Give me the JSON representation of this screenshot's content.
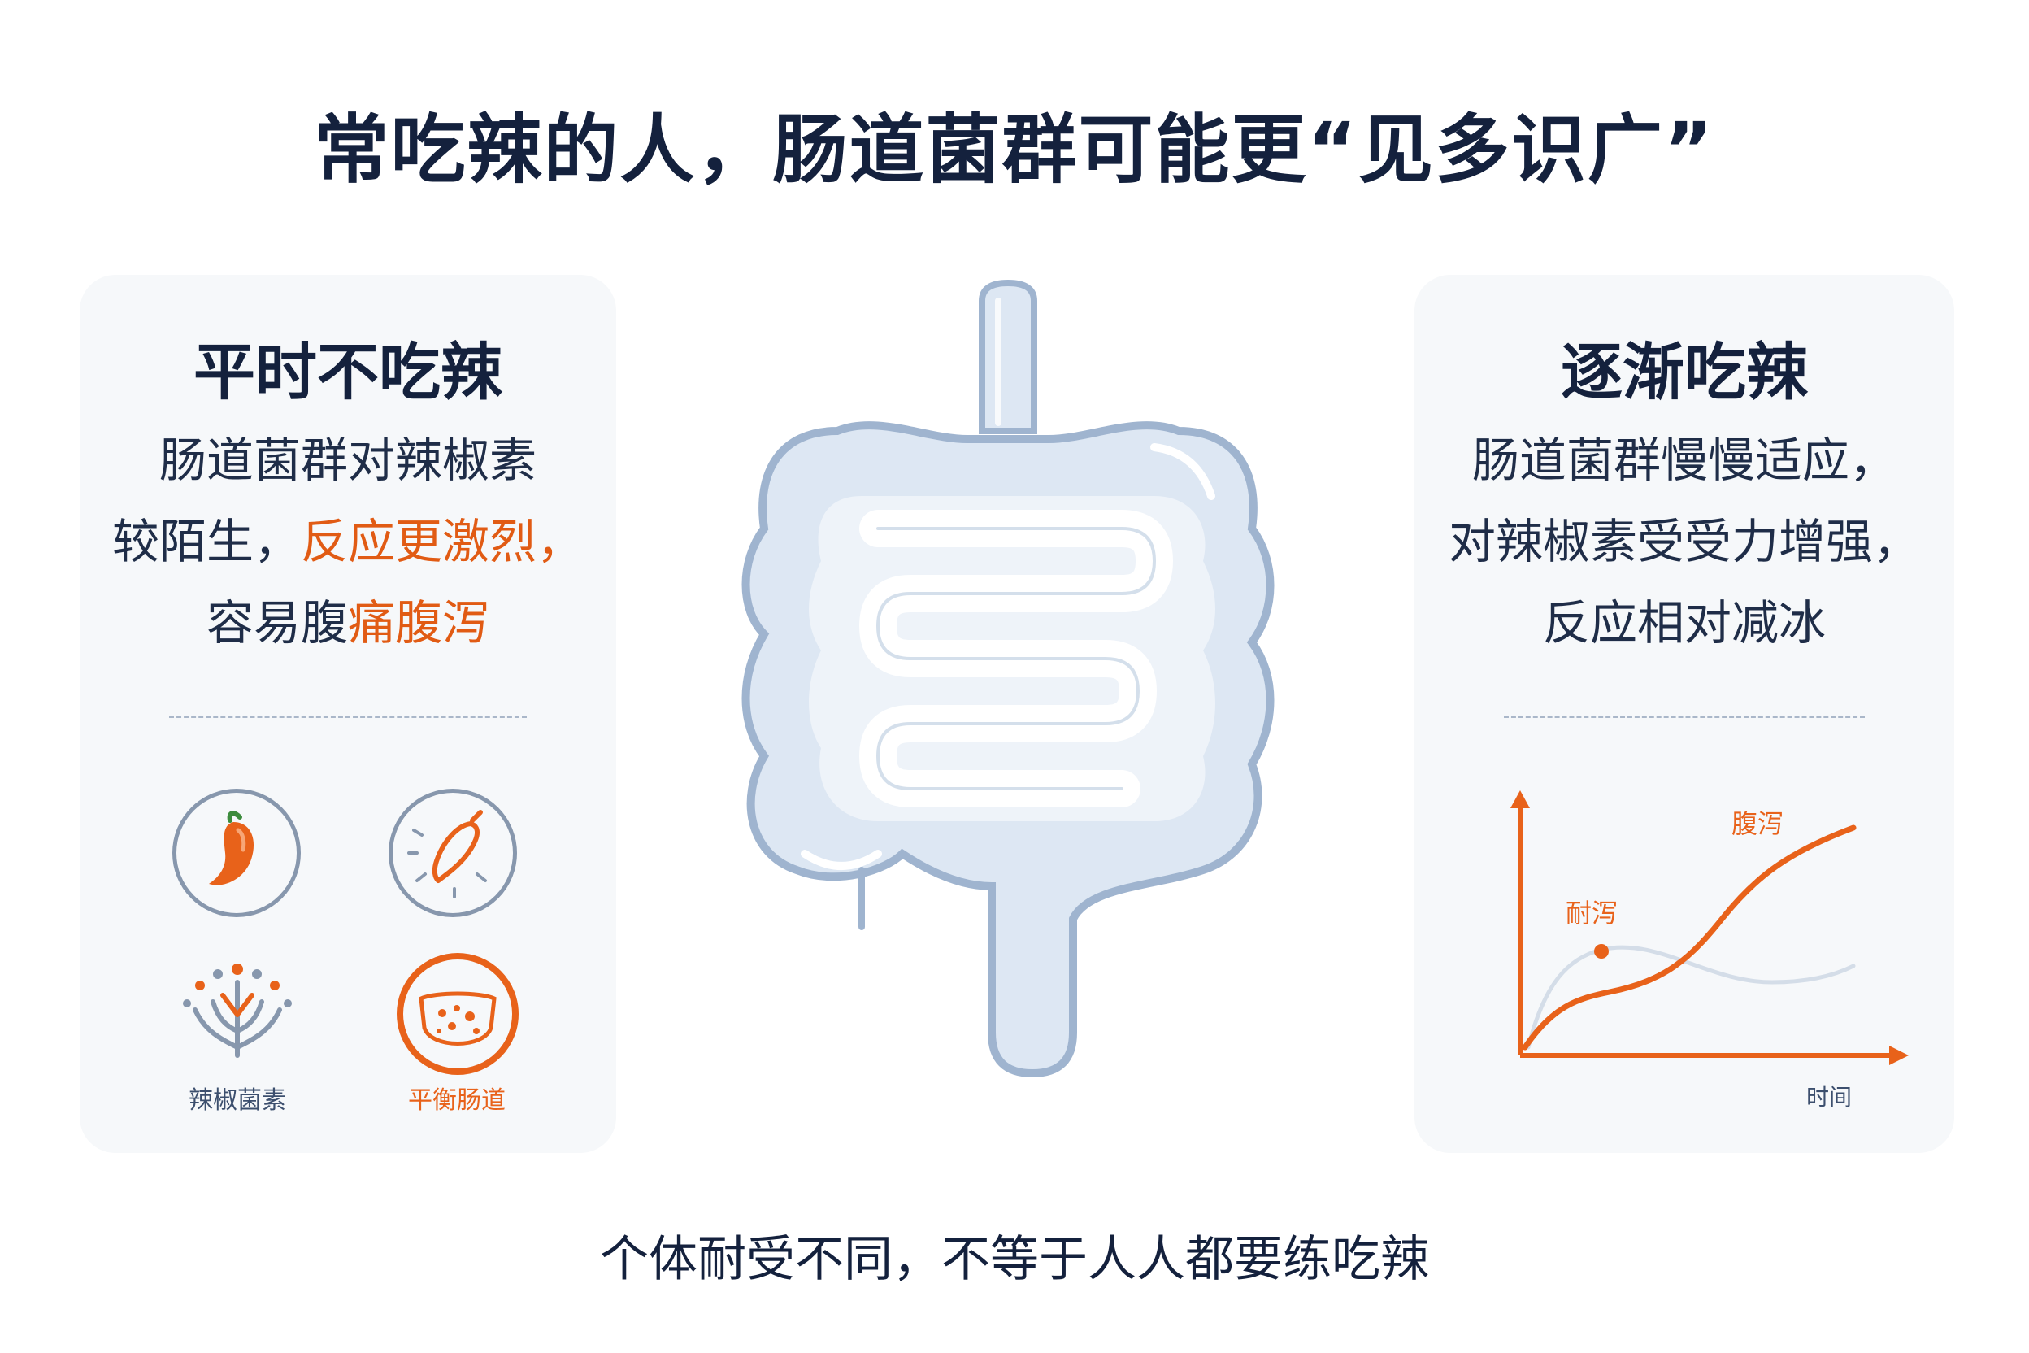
{
  "title": "常吃辣的人，肠道菌群可能更“见多识广”",
  "left_panel": {
    "title": "平时不吃辣",
    "line1": "肠道菌群对辣椒素",
    "line2_plain": "较陌生，",
    "line2_highlight": "反应更激烈，",
    "line3_plain": "容易腹",
    "line3_highlight": "痛腹泻",
    "icons": [
      {
        "icon": "chili-pepper-icon"
      },
      {
        "icon": "chili-burst-icon"
      },
      {
        "icon": "capsaicin-bacteria-icon",
        "label": "辣椒菌素"
      },
      {
        "icon": "balanced-gut-icon",
        "label": "平衡肠道"
      }
    ]
  },
  "right_panel": {
    "title": "逐渐吃辣",
    "line1": "肠道菌群慢慢适应，",
    "line2": "对辣椒素受受力增强，",
    "line3": "反应相对减冰"
  },
  "chart": {
    "label_diarrhea": "腹泻",
    "label_tolerance": "耐泻",
    "x_label": "时间"
  },
  "footer": "个体耐受不同，不等于人人都要练吃辣",
  "colors": {
    "accent": "#e8621a",
    "navy": "#14213d",
    "gut_fill": "#dde7f3",
    "gut_stroke": "#9fb4cf"
  }
}
